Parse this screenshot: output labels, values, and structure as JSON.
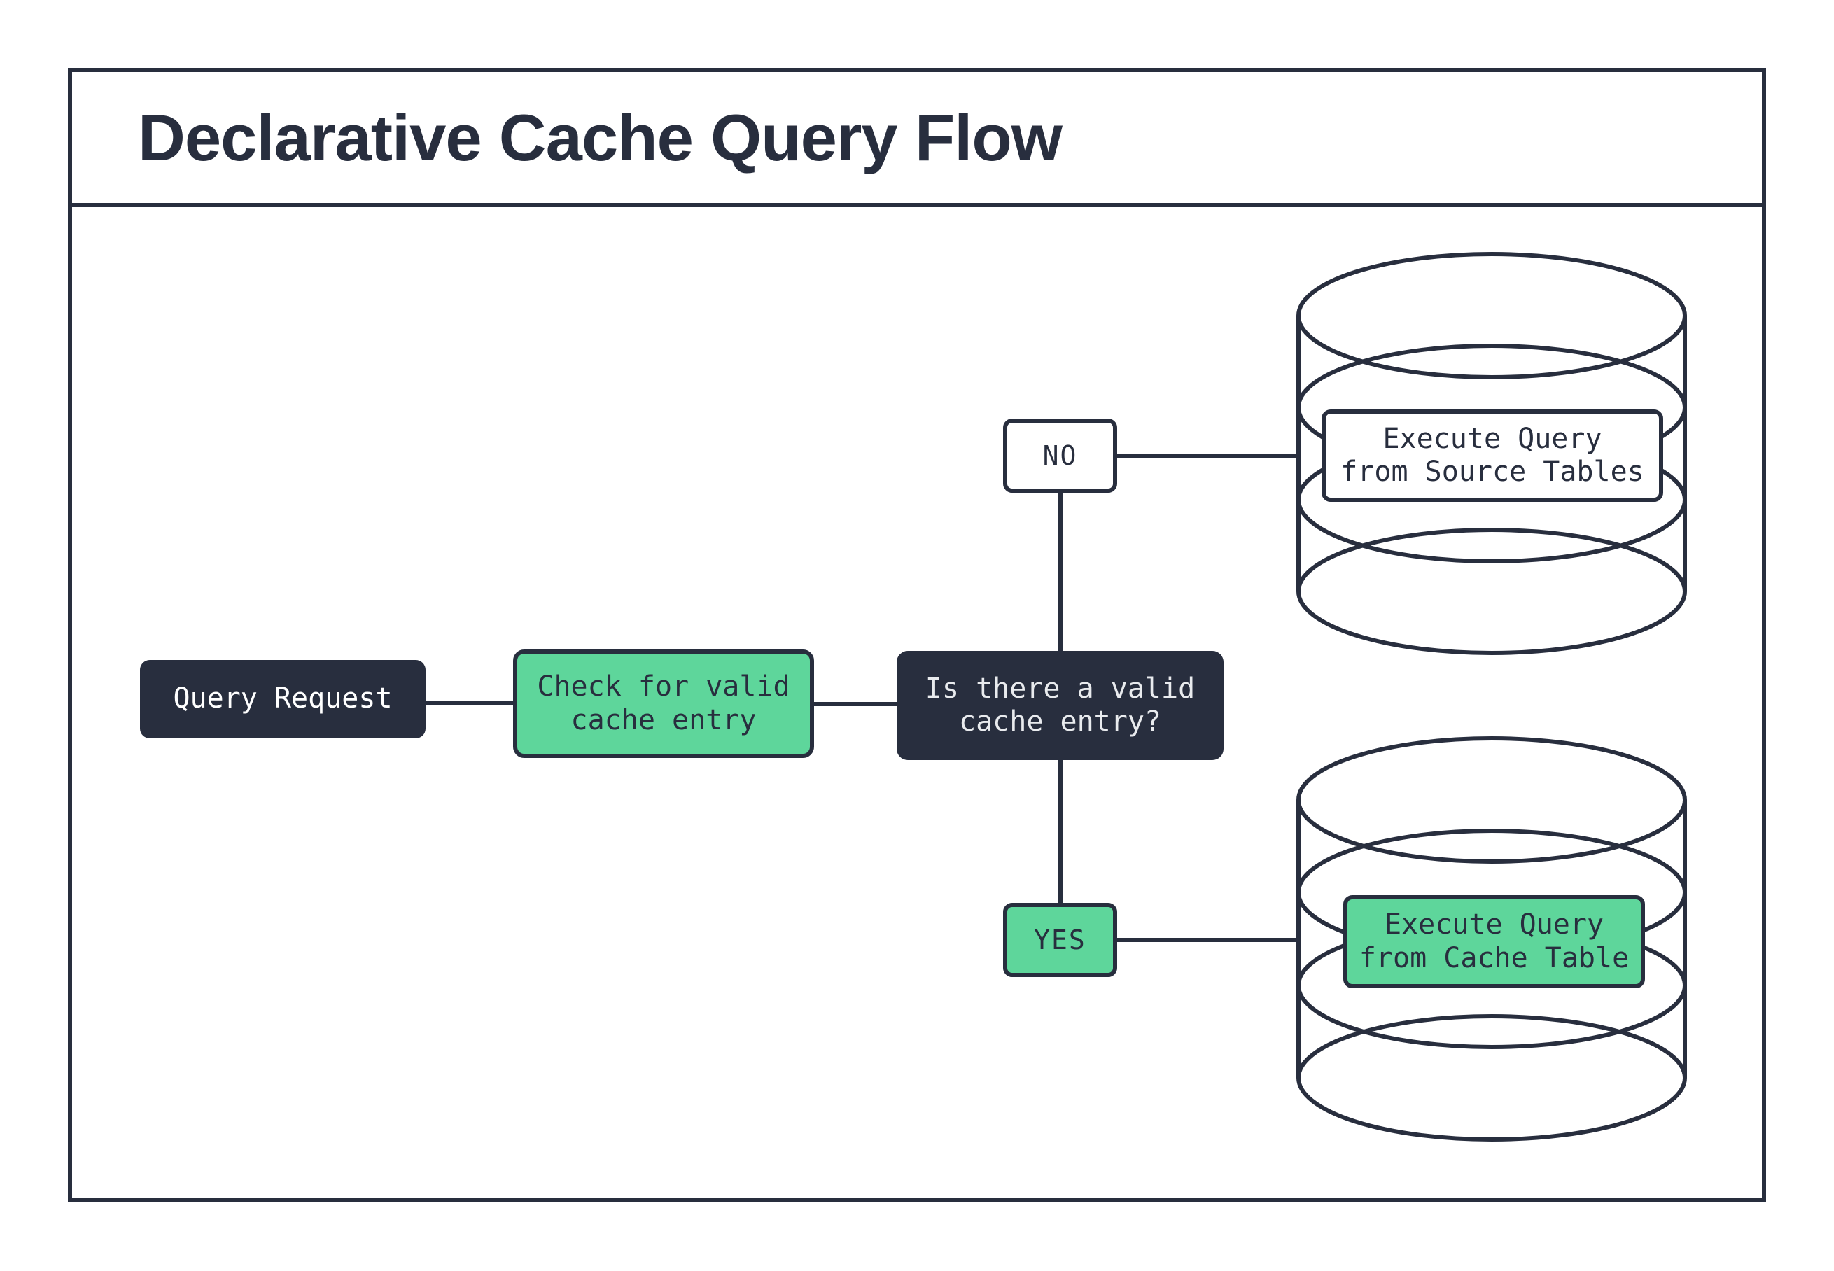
{
  "title": "Declarative Cache Query Flow",
  "colors": {
    "dark": "#282E3E",
    "green": "#5ED69B",
    "white": "#FFFFFF",
    "light_text": "#E9EBEE",
    "background": "#FFFFFF"
  },
  "nodes": {
    "query_request": {
      "label": "Query Request"
    },
    "check_cache": {
      "label": "Check for valid\ncache entry"
    },
    "decision": {
      "label": "Is there a valid\ncache entry?"
    },
    "no_branch": {
      "label": "NO"
    },
    "yes_branch": {
      "label": "YES"
    },
    "source_db": {
      "label": "Execute Query\nfrom Source Tables",
      "icon": "database-cylinder-icon"
    },
    "cache_db": {
      "label": "Execute Query\nfrom Cache Table",
      "icon": "database-cylinder-icon"
    }
  }
}
